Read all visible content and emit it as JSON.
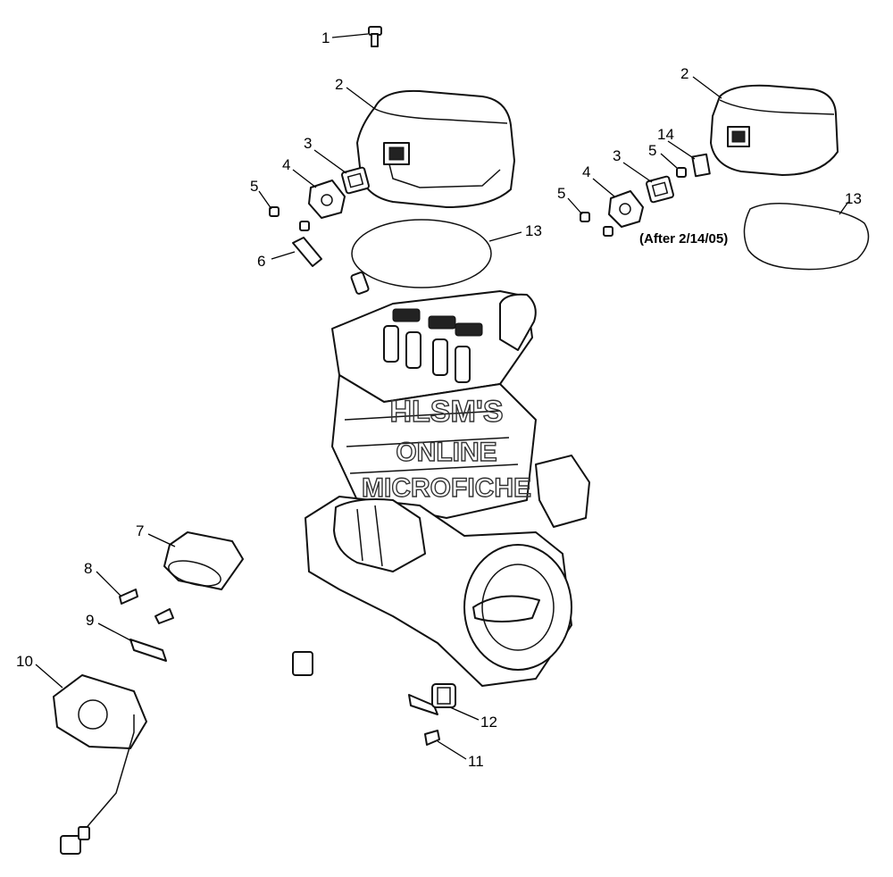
{
  "callouts": {
    "c1": "1",
    "c2a": "2",
    "c2b": "2",
    "c3a": "3",
    "c3b": "3",
    "c4a": "4",
    "c4b": "4",
    "c5a": "5",
    "c5b": "5",
    "c5c": "5",
    "c6": "6",
    "c7": "7",
    "c8": "8",
    "c9": "9",
    "c10": "10",
    "c11": "11",
    "c12": "12",
    "c13a": "13",
    "c13b": "13",
    "c14": "14"
  },
  "note": "(After 2/14/05)",
  "watermark": {
    "line1": "HLSM'S",
    "line2": "ONLINE",
    "line3": "MICROFICHE"
  }
}
